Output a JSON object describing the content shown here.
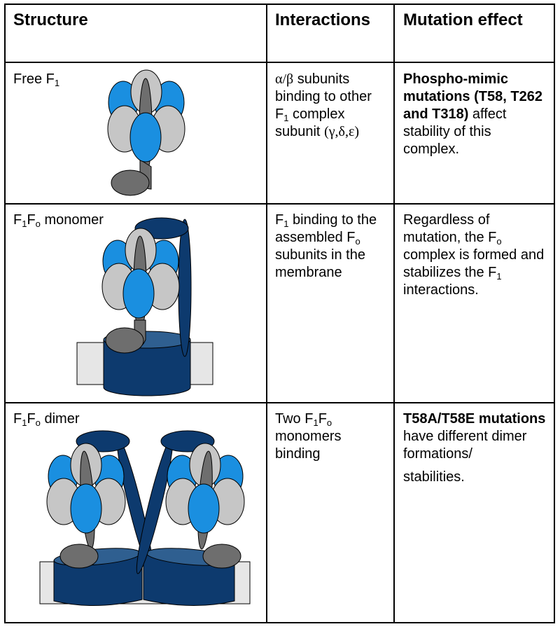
{
  "headers": {
    "structure": "Structure",
    "interactions": "Interactions",
    "mutation": "Mutation effect"
  },
  "rows": [
    {
      "label_main": "Free F",
      "label_sub": "1",
      "interaction": {
        "part1": "α/β",
        "part2": " subunits binding to other F",
        "sub1": "1",
        "part3": " complex subunit ",
        "part4": "(γ,δ,ε)"
      },
      "mutation": {
        "bold": "Phospho-mimic mutations (T58, T262 and T318)",
        "normal": " affect stability of this complex."
      }
    },
    {
      "label_main": "F",
      "label_sub1": "1",
      "label_mid": "F",
      "label_sub2": "o",
      "label_end": " monomer",
      "interaction": {
        "part1": "F",
        "sub1": "1",
        "part2": " binding to the assembled F",
        "sub2": "o",
        "part3": " subunits in the membrane"
      },
      "mutation": {
        "part1": "Regardless of mutation, the F",
        "sub1": "o",
        "part2": " complex is formed and stabilizes the F",
        "sub2": "1",
        "part3": " interactions."
      }
    },
    {
      "label_main": "F",
      "label_sub1": "1",
      "label_mid": "F",
      "label_sub2": "o",
      "label_end": " dimer",
      "interaction": {
        "part1": "Two F",
        "sub1": "1",
        "part2": "F",
        "sub2": "o",
        "part3": " monomers binding"
      },
      "mutation": {
        "bold": "T58A/T58E mutations",
        "normal1": " have different dimer formations/",
        "normal2": "stabilities."
      }
    }
  ],
  "colors": {
    "bright_blue": "#1a8fe0",
    "light_gray": "#c6c6c6",
    "dark_gray": "#6e6e6e",
    "navy": "#0d3a6e",
    "membrane": "#e6e6e6"
  }
}
